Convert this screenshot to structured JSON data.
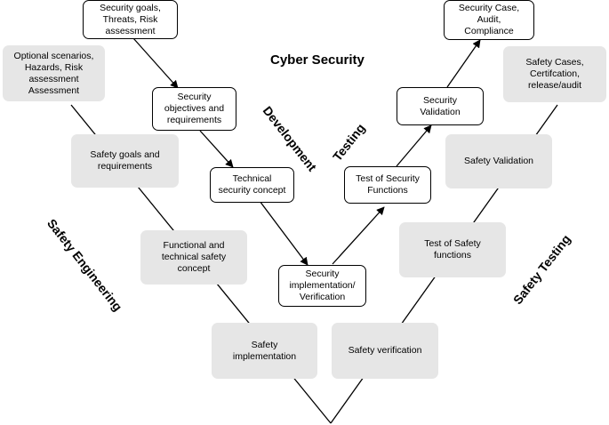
{
  "titles": {
    "cyber_security": "Cyber Security",
    "development": "Development",
    "testing": "Testing",
    "safety_engineering": "Safety Engineering",
    "safety_testing": "Safety Testing"
  },
  "safety_boxes": {
    "optional_scenarios": "Optional scenarios,\nHazards, Risk\nassessment\nAssessment",
    "safety_goals": "Safety goals and\nrequirements",
    "functional_technical": "Functional and\ntechnical safety\nconcept",
    "safety_implementation": "Safety\nimplementation",
    "safety_cases": "Safety Cases,\nCertifcation,\nrelease/audit",
    "safety_validation": "Safety Validation",
    "test_safety_functions": "Test of Safety\nfunctions",
    "safety_verification": "Safety verification"
  },
  "security_boxes": {
    "security_goals": "Security goals,\nThreats, Risk\nassessment",
    "security_objectives": "Security\nobjectives and\nrequirements",
    "technical_security": "Technical\nsecurity concept",
    "security_implementation": "Security\nimplementation/\nVerification",
    "test_security_functions": "Test of Security\nFunctions",
    "security_validation": "Security\nValidation",
    "security_case": "Security Case,\nAudit,\nCompliance"
  }
}
